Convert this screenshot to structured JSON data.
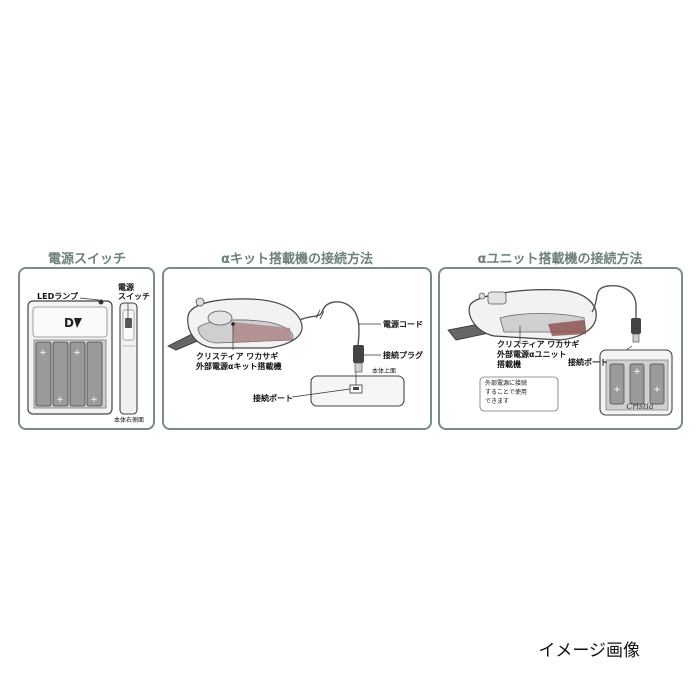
{
  "panels": {
    "power_switch": {
      "title": "電源スイッチ",
      "labels": {
        "led_lamp": "LEDランプ",
        "power_switch_line1": "電源",
        "power_switch_line2": "スイッチ",
        "right_side": "本体右側面",
        "logo_text": "D"
      }
    },
    "alpha_kit": {
      "title": "αキット搭載機の接続方法",
      "labels": {
        "power_cord": "電源コード",
        "connection_plug": "接続プラグ",
        "top_of_body": "本体上面",
        "connection_port": "接続ポート",
        "device_line1": "クリスティア ワカサギ",
        "device_line2": "外部電源αキット搭載機"
      }
    },
    "alpha_unit": {
      "title": "αユニット搭載機の接続方法",
      "labels": {
        "device_line1": "クリスティア ワカサギ",
        "device_line2": "外部電源αユニット",
        "device_line3": "搭載機",
        "connection_port": "接続ポート",
        "note_line1": "外部電源に接続",
        "note_line2": "することで使用",
        "note_line3": "できます",
        "brand": "Cristia"
      }
    }
  },
  "footer": {
    "caption": "イメージ画像"
  }
}
